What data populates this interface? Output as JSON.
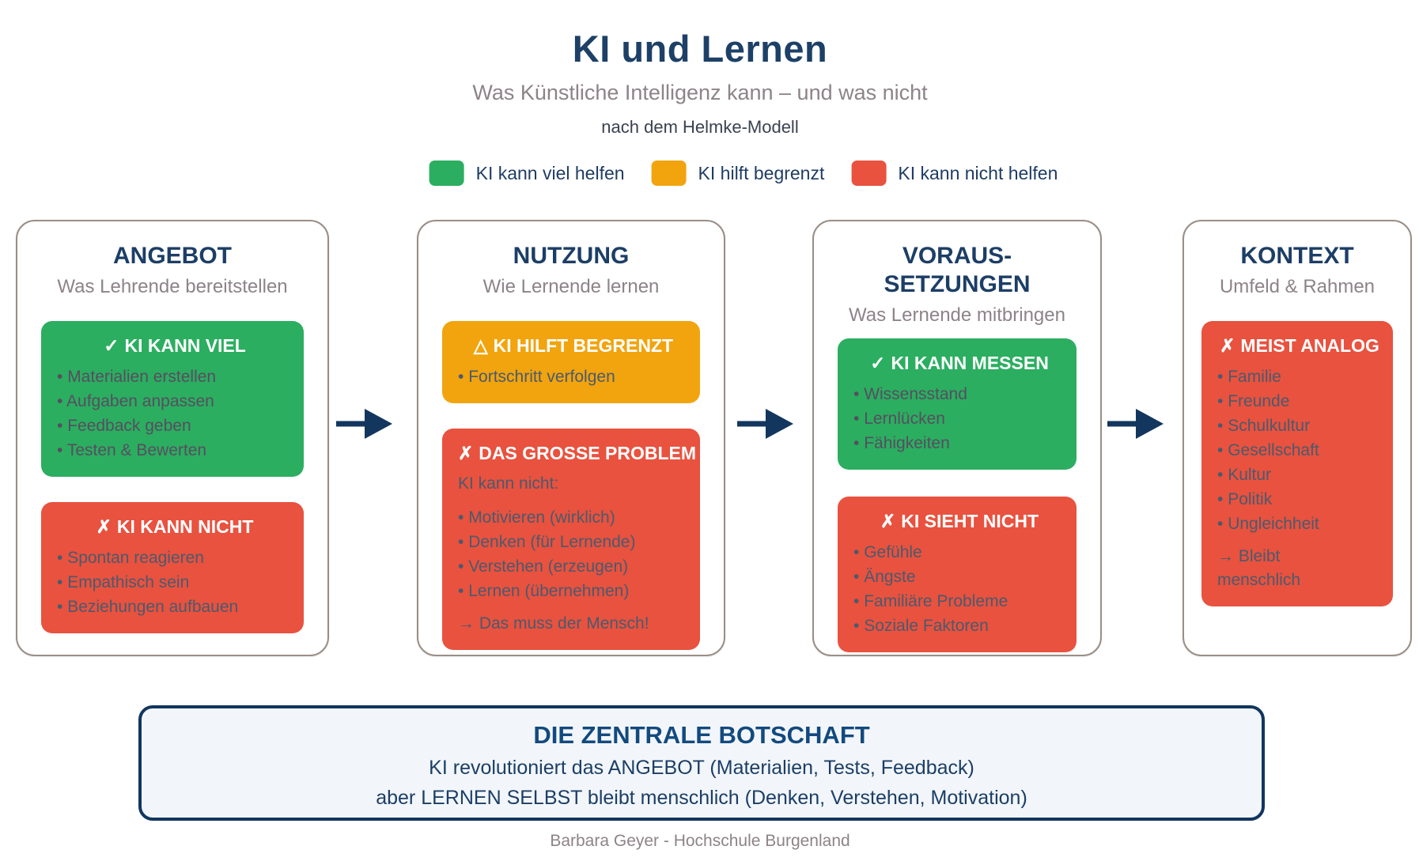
{
  "header": {
    "title": "KI und Lernen",
    "subtitle": "Was Künstliche Intelligenz kann – und was nicht",
    "model_note": "nach dem Helmke-Modell"
  },
  "legend": {
    "items": [
      {
        "label": "KI kann viel helfen",
        "color": "#2bae60"
      },
      {
        "label": "KI hilft begrenzt",
        "color": "#f1a40e"
      },
      {
        "label": "KI kann nicht helfen",
        "color": "#e8523f"
      }
    ]
  },
  "columns": [
    {
      "title_lines": [
        "ANGEBOT"
      ],
      "subtitle": "Was Lehrende bereitstellen",
      "boxes": [
        {
          "kind": "positive",
          "icon": "✓",
          "heading": "KI KANN VIEL",
          "items": [
            "Materialien erstellen",
            "Aufgaben anpassen",
            "Feedback geben",
            "Testen & Bewerten"
          ]
        },
        {
          "kind": "negative",
          "icon": "✗",
          "heading": "KI KANN NICHT",
          "items": [
            "Spontan reagieren",
            "Empathisch sein",
            "Beziehungen aufbauen"
          ]
        }
      ]
    },
    {
      "title_lines": [
        "NUTZUNG"
      ],
      "subtitle": "Wie Lernende lernen",
      "boxes": [
        {
          "kind": "limited",
          "icon": "△",
          "heading": "KI HILFT BEGRENZT",
          "items": [
            "Fortschritt verfolgen"
          ]
        },
        {
          "kind": "negative",
          "icon": "✗",
          "heading": "DAS GROSSE PROBLEM",
          "intro": "KI kann nicht:",
          "items": [
            "Motivieren (wirklich)",
            "Denken (für Lernende)",
            "Verstehen (erzeugen)",
            "Lernen (übernehmen)"
          ],
          "note": "→ Das muss der Mensch!"
        }
      ]
    },
    {
      "title_lines": [
        "VORAUS-",
        "SETZUNGEN"
      ],
      "subtitle": "Was Lernende mitbringen",
      "boxes": [
        {
          "kind": "positive",
          "icon": "✓",
          "heading": "KI KANN MESSEN",
          "items": [
            "Wissensstand",
            "Lernlücken",
            "Fähigkeiten"
          ]
        },
        {
          "kind": "negative",
          "icon": "✗",
          "heading": "KI SIEHT NICHT",
          "items": [
            "Gefühle",
            "Ängste",
            "Familiäre Probleme",
            "Soziale Faktoren"
          ]
        }
      ]
    },
    {
      "title_lines": [
        "KONTEXT"
      ],
      "subtitle": "Umfeld & Rahmen",
      "boxes": [
        {
          "kind": "negative",
          "icon": "✗",
          "heading": "MEIST ANALOG",
          "items": [
            "Familie",
            "Freunde",
            "Schulkultur",
            "Gesellschaft",
            "Kultur",
            "Politik",
            "Ungleichheit"
          ],
          "note": "→ Bleibt menschlich"
        }
      ]
    }
  ],
  "message_box": {
    "title": "DIE ZENTRALE BOTSCHAFT",
    "lines": [
      "KI revolutioniert das ANGEBOT (Materialien, Tests, Feedback)",
      "aber LERNEN SELBST bleibt menschlich (Denken, Verstehen, Motivation)"
    ]
  },
  "footer": {
    "credit": "Barbara Geyer - Hochschule Burgenland"
  },
  "colors": {
    "positive_green": "#2bae60",
    "limited_orange": "#f1a40e",
    "negative_red": "#e8523f",
    "navy_heading": "#1c3e66",
    "message_border_navy": "#12365e",
    "panel_border_gray": "#998e87",
    "muted_gray": "#8d8389"
  }
}
